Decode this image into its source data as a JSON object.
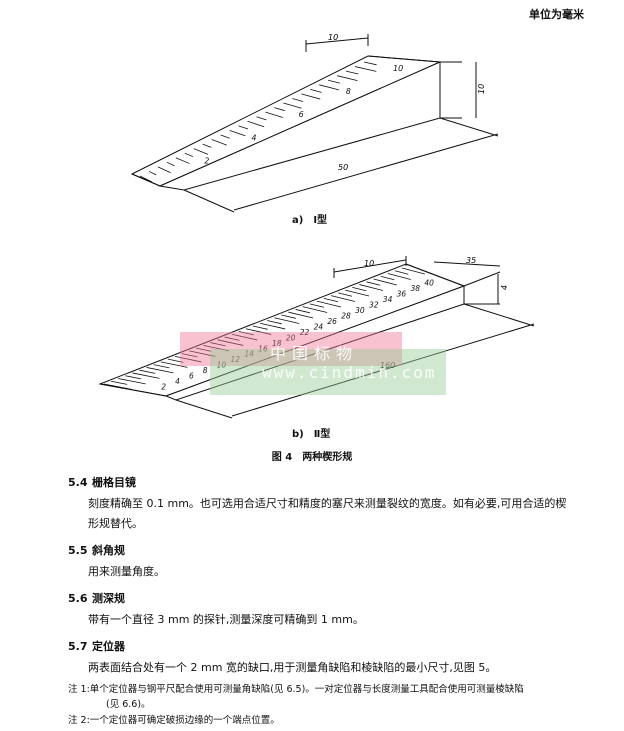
{
  "header": {
    "unit_note": "单位为毫米"
  },
  "figure_a": {
    "label": "a)　Ⅰ型",
    "dim_top": "10",
    "dim_height": "10",
    "dim_length": "50",
    "scale_labels": [
      "2",
      "4",
      "6",
      "8",
      "10"
    ]
  },
  "figure_b": {
    "label": "b)　Ⅱ型",
    "dim_top": "10",
    "dim_width": "35",
    "dim_height": "4",
    "dim_length": "160",
    "scale_labels": [
      "2",
      "4",
      "6",
      "8",
      "10",
      "12",
      "14",
      "16",
      "18",
      "20",
      "22",
      "24",
      "26",
      "28",
      "30",
      "32",
      "34",
      "36",
      "38",
      "40"
    ]
  },
  "figure_caption": "图 4　两种楔形规",
  "watermark": {
    "text_cn": "中国标物",
    "text_en": "www.cindmin.com"
  },
  "sections": [
    {
      "num": "5.4",
      "title": "栅格目镜",
      "body": "刻度精确至 0.1 mm。也可选用合适尺寸和精度的塞尺来测量裂纹的宽度。如有必要,可用合适的楔形规替代。"
    },
    {
      "num": "5.5",
      "title": "斜角规",
      "body": "用来测量角度。"
    },
    {
      "num": "5.6",
      "title": "测深规",
      "body": "带有一个直径 3 mm 的探针,测量深度可精确到 1 mm。"
    },
    {
      "num": "5.7",
      "title": "定位器",
      "body": "两表面结合处有一个 2 mm 宽的缺口,用于测量角缺陷和棱缺陷的最小尺寸,见图 5。"
    }
  ],
  "notes": [
    {
      "line1": "注 1:单个定位器与钢平尺配合使用可测量角缺陷(见 6.5)。一对定位器与长度测量工具配合使用可测量棱缺陷",
      "line2": "(见 6.6)。"
    },
    {
      "line1": "注 2:一个定位器可确定破损边缘的一个端点位置。"
    }
  ]
}
